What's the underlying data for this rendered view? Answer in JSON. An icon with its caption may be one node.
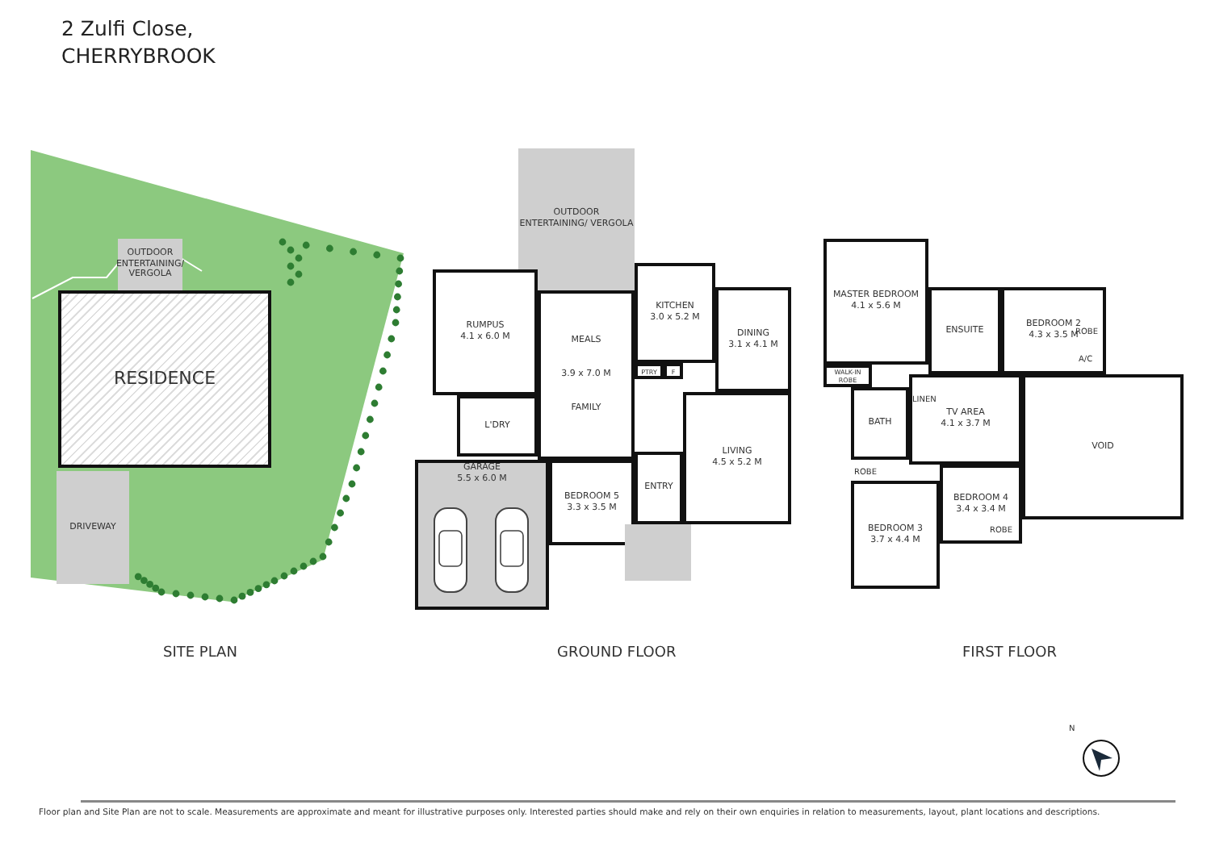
{
  "diagram": {
    "title": "2 Zulfi Close, CHERRYBROOK",
    "caption": "Floor plan and Site Plan are not to scale. Measurements are approximate and meant for illustrative purposes only.  Interested parties should make and rely on their own enquiries in relation to measurements, layout, plant locations and descriptions.",
    "nodes": [
      {
        "text": [
          "OUTDOOR ENTERTAINING/ VERGOLA"
        ]
      },
      {
        "text": [
          "RESIDENCE"
        ]
      },
      {
        "text": [
          "DRIVEWAY"
        ]
      },
      {
        "text": [
          "OUTDOOR ENTERTAINING/ VERGOLA"
        ]
      },
      {
        "text": [
          "RUMPUS",
          "4.1 x 6.0 M"
        ]
      },
      {
        "text": [
          "MEALS",
          "3.9 x 7.0 M",
          "FAMILY"
        ]
      },
      {
        "text": [
          "KITCHEN",
          "3.0 x 5.2 M"
        ]
      },
      {
        "text": [
          "DINING",
          "3.1 x 4.1 M"
        ]
      },
      {
        "text": [
          "L'DRY"
        ]
      },
      {
        "text": [
          "LIVING",
          "4.5 x 5.2 M"
        ]
      },
      {
        "text": [
          "GARAGE",
          "5.5 x 6.0 M"
        ]
      },
      {
        "text": [
          "BEDROOM 5",
          "3.3 x 3.5 M"
        ]
      },
      {
        "text": [
          "ENTRY"
        ]
      },
      {
        "text": [],
        "shape": "box"
      },
      {
        "text": [
          "PTRY"
        ]
      },
      {
        "text": [
          "F"
        ]
      },
      {
        "text": [
          "MASTER BEDROOM",
          "4.1 x 5.6 M"
        ]
      },
      {
        "text": [
          "ENSUITE"
        ]
      },
      {
        "text": [
          "BEDROOM 2",
          "4.3 x 3.5 M"
        ]
      },
      {
        "text": [
          "WALK-IN ROBE"
        ]
      },
      {
        "text": [
          "BATH"
        ]
      },
      {
        "text": [
          "TV AREA",
          "4.1 x 3.7 M"
        ]
      },
      {
        "text": [
          "VOID"
        ]
      },
      {
        "text": [
          "BEDROOM 4",
          "3.4 x 3.4 M"
        ]
      },
      {
        "text": [
          "BEDROOM 3",
          "3.7 x 4.4 M"
        ]
      }
    ],
    "labels": [
      "SITE PLAN",
      "GROUND FLOOR",
      "FIRST FLOOR",
      "ROBE",
      "A/C",
      "LINEN",
      "ROBE",
      "ROBE",
      "N"
    ]
  }
}
